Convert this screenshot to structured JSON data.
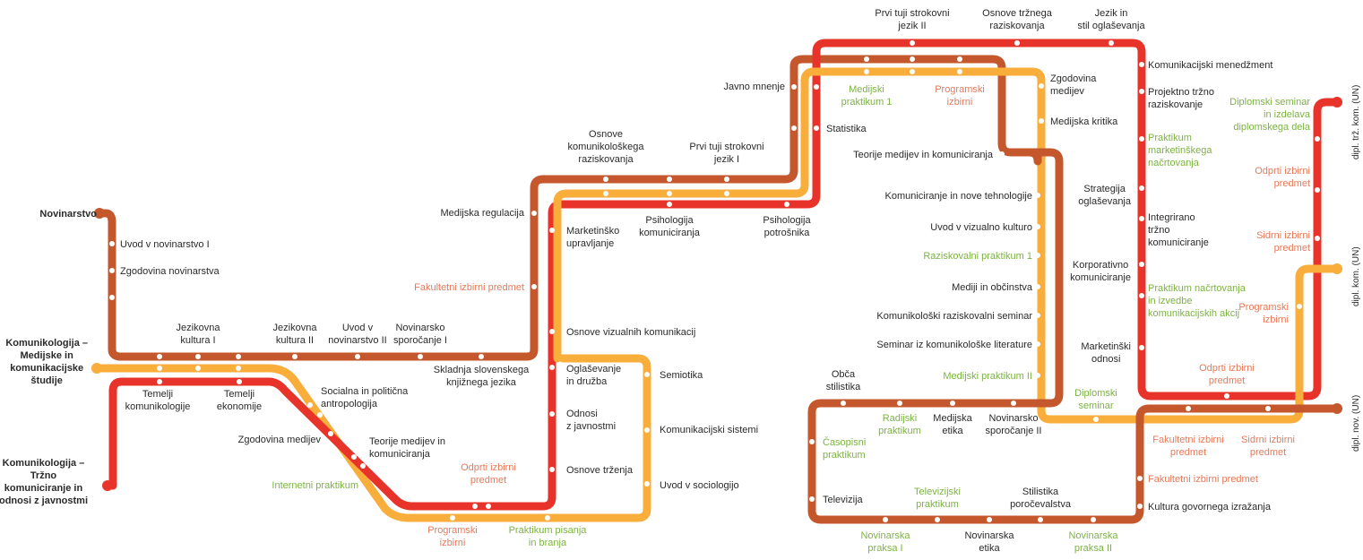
{
  "colors": {
    "brown": "#c4582c",
    "orange": "#f9ad3a",
    "red": "#e8332a"
  },
  "terminals": {
    "novinarstvo": "Novinarstvo",
    "medijske": "Komunikologija –\nMedijske in\nkomunikacijske\nštudije",
    "trzno": "Komunikologija –\nTržno\nkomuniciranje in\nodnosi z javnostmi",
    "end_trz": "dipl. trž. kom. (UN)",
    "end_kom": "dipl. kom. (UN)",
    "end_nov": "dipl. nov. (UN)"
  },
  "stations": {
    "s1": "Uvod v novinarstvo I",
    "s2": "Zgodovina novinarstva",
    "s3": "Jezikovna\nkultura I",
    "s4": "Jezikovna\nkultura II",
    "s5": "Uvod v\nnovinarstvo II",
    "s6": "Novinarsko\nsporočanje I",
    "s7": "Skladnja slovenskega\nknjižnega jezika",
    "s8": "Temelji\nkomunikologije",
    "s9": "Temelji\nekonomije",
    "s10": "Socialna in politična\nantropologija",
    "s11": "Zgodovina medijev",
    "s12": "Teorije medijev in\nkomuniciranja",
    "s13": "Internetni praktikum",
    "s14": "Odprti izbirni\npredmet",
    "s15": "Programski\nizbirni",
    "s16": "Praktikum pisanja\nin branja",
    "s17": "Medijska regulacija",
    "s18": "Fakultetni izbirni predmet",
    "s19": "Osnove\nkomunikološkega\nraziskovanja",
    "s20": "Prvi tuji strokovni\njezik I",
    "s21": "Marketinško\nupravljanje",
    "s22": "Psihologija\nkomuniciranja",
    "s23": "Psihologija\npotrošnika",
    "s24": "Osnove vizualnih komunikacij",
    "s25": "Oglaševanje\nin družba",
    "s26": "Odnosi\nz javnostmi",
    "s27": "Osnove trženja",
    "s28": "Semiotika",
    "s29": "Komunikacijski sistemi",
    "s30": "Uvod v sociologijo",
    "s31": "Javno mnenje",
    "s32": "Statistika",
    "s33": "Medijski\npraktikum 1",
    "s34": "Programski\nizbirni",
    "s35": "Prvi tuji strokovni\njezik II",
    "s36": "Osnove tržnega\nraziskovanja",
    "s37": "Jezik in\nstil oglaševanja",
    "s38": "Zgodovina\nmedijev",
    "s39": "Medijska kritika",
    "s40": "Teorije medijev in komuniciranja",
    "s41": "Komuniciranje in nove tehnologije",
    "s42": "Uvod v vizualno kulturo",
    "s43": "Raziskovalni praktikum 1",
    "s44": "Mediji in občinstva",
    "s45": "Komunikološki raziskovalni seminar",
    "s46": "Seminar iz komunikološke literature",
    "s47": "Medijski praktikum II",
    "s48": "Diplomski\nseminar",
    "s49": "Komunikacijski menedžment",
    "s50": "Projektno tržno\nraziskovanje",
    "s51": "Praktikum\nmarketinškega\nnačrtovanja",
    "s52": "Strategija\noglaševanja",
    "s53": "Integrirano\ntržno\nkomuniciranje",
    "s54": "Korporativno\nkomuniciranje",
    "s55": "Praktikum načrtovanja\nin izvedbe\nkomunikacijskih akcij",
    "s56": "Marketinški\nodnosi",
    "s57": "Odprti izbirni\npredmet",
    "s58": "Fakultetni izbirni\npredmet",
    "s59": "Sidrni izbirni\npredmet",
    "s60": "Diplomski seminar\nin izdelava\ndiplomskega dela",
    "s61": "Odprti izbirni\npredmet",
    "s62": "Sidrni izbirni\npredmet",
    "s63": "Programski\nizbirni",
    "s64": "Občа\nstilistika",
    "s65": "Radijski\npraktikum",
    "s66": "Medijska\netika",
    "s67": "Novinarsko\nsporočanje II",
    "s68": "Časopisni\npraktikum",
    "s69": "Televizija",
    "s70": "Televizijski\npraktikum",
    "s71": "Stilistika\nporočevalstva",
    "s72": "Fakultetni izbirni predmet",
    "s73": "Kultura govornega izražanja",
    "s74": "Novinarska\npraksa I",
    "s75": "Novinarska\netika",
    "s76": "Novinarska\npraksa II"
  }
}
